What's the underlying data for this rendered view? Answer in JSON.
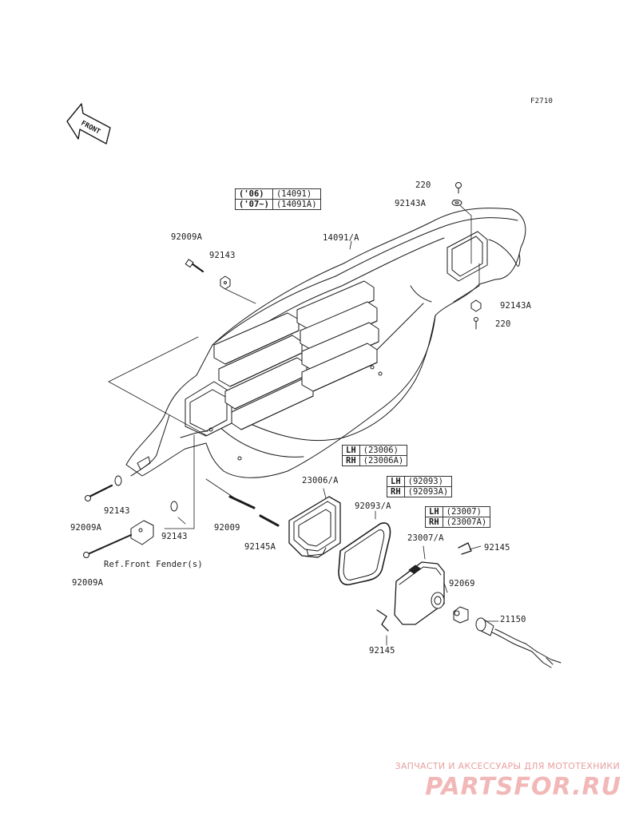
{
  "diagram_code": "F2710",
  "front_label": "FRONT",
  "callouts": {
    "p220_top": "220",
    "p92143A_top": "92143A",
    "p14091A": "14091/A",
    "p92009A_top": "92009A",
    "p92143_top": "92143",
    "p92143A_right": "92143A",
    "p220_right": "220",
    "p92143_left": "92143",
    "p92009A_left": "92009A",
    "p92143_mid": "92143",
    "p92009": "92009",
    "p92145A": "92145A",
    "ref_front_fender": "Ref.Front Fender(s)",
    "p92009A_bottom": "92009A",
    "p23006A": "23006/A",
    "p92093A": "92093/A",
    "p23007A": "23007/A",
    "p92145_right": "92145",
    "p92069": "92069",
    "p21150": "21150",
    "p92145_bottom": "92145"
  },
  "tables": {
    "cover": [
      {
        "k": "('06)",
        "v": "(14091)"
      },
      {
        "k": "('07~)",
        "v": "(14091A)"
      }
    ],
    "t23006": [
      {
        "k": "LH",
        "v": "(23006)"
      },
      {
        "k": "RH",
        "v": "(23006A)"
      }
    ],
    "t92093": [
      {
        "k": "LH",
        "v": "(92093)"
      },
      {
        "k": "RH",
        "v": "(92093A)"
      }
    ],
    "t23007": [
      {
        "k": "LH",
        "v": "(23007)"
      },
      {
        "k": "RH",
        "v": "(23007A)"
      }
    ]
  },
  "watermark": {
    "top": "ЗАПЧАСТИ И АКСЕССУАРЫ ДЛЯ МОТОТЕХНИКИ",
    "main": "PARTSFOR.RU",
    "color": "#f2b8b8"
  }
}
